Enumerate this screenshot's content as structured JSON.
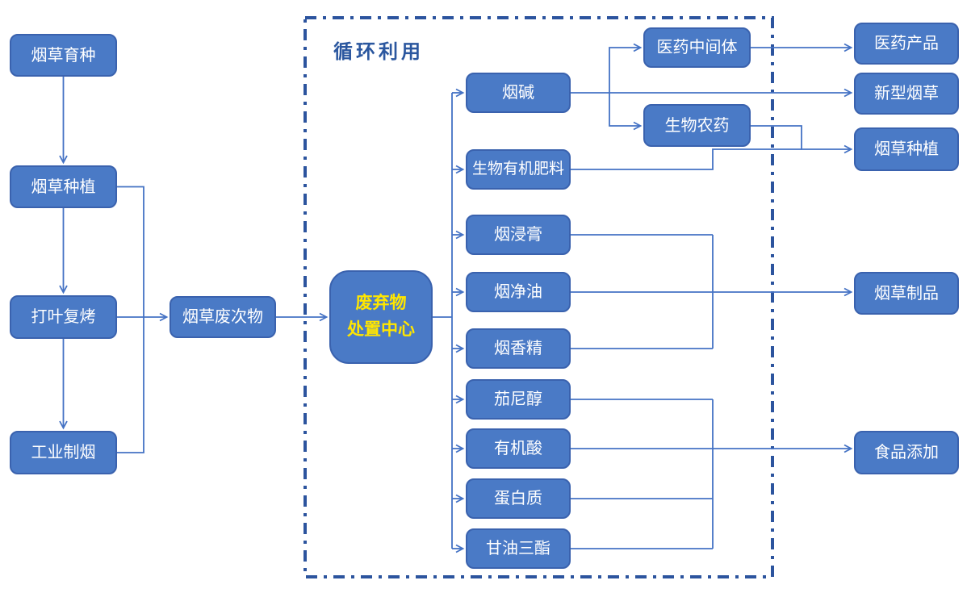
{
  "diagram": {
    "title": "循环利用",
    "colors": {
      "node_fill": "#4a7ac6",
      "node_border": "#3a62ae",
      "node_text": "#ffffff",
      "center_text": "#ffe600",
      "connector": "#4472c4",
      "dashed_border": "#2c549e",
      "title_text": "#2b579f"
    },
    "nodes": {
      "breeding": {
        "label": "烟草育种"
      },
      "planting": {
        "label": "烟草种植"
      },
      "redrying": {
        "label": "打叶复烤"
      },
      "industry": {
        "label": "工业制烟"
      },
      "waste": {
        "label": "烟草废次物"
      },
      "center": {
        "label": "废弃物处置中心",
        "line1": "废弃物",
        "line2": "处置中心"
      },
      "nicotine": {
        "label": "烟碱"
      },
      "fertilizer": {
        "label": "生物有机肥料"
      },
      "extract": {
        "label": "烟浸膏"
      },
      "oil": {
        "label": "烟净油"
      },
      "flavor": {
        "label": "烟香精"
      },
      "solanesol": {
        "label": "茄尼醇"
      },
      "organic_acid": {
        "label": "有机酸"
      },
      "protein": {
        "label": "蛋白质"
      },
      "triglyceride": {
        "label": "甘油三酯"
      },
      "intermediate": {
        "label": "医药中间体"
      },
      "biopesticide": {
        "label": "生物农药"
      },
      "pharma_product": {
        "label": "医药产品"
      },
      "new_tobacco": {
        "label": "新型烟草"
      },
      "replanting": {
        "label": "烟草种植"
      },
      "tobacco_products": {
        "label": "烟草制品"
      },
      "food_additive": {
        "label": "食品添加"
      }
    },
    "edges": [
      {
        "from": "烟草育种",
        "to": "烟草种植"
      },
      {
        "from": "烟草种植",
        "to": "打叶复烤"
      },
      {
        "from": "打叶复烤",
        "to": "工业制烟"
      },
      {
        "from": "烟草种植",
        "to": "烟草废次物"
      },
      {
        "from": "打叶复烤",
        "to": "烟草废次物"
      },
      {
        "from": "工业制烟",
        "to": "烟草废次物"
      },
      {
        "from": "烟草废次物",
        "to": "废弃物处置中心"
      },
      {
        "from": "废弃物处置中心",
        "to": "烟碱"
      },
      {
        "from": "废弃物处置中心",
        "to": "生物有机肥料"
      },
      {
        "from": "废弃物处置中心",
        "to": "烟浸膏"
      },
      {
        "from": "废弃物处置中心",
        "to": "烟净油"
      },
      {
        "from": "废弃物处置中心",
        "to": "烟香精"
      },
      {
        "from": "废弃物处置中心",
        "to": "茄尼醇"
      },
      {
        "from": "废弃物处置中心",
        "to": "有机酸"
      },
      {
        "from": "废弃物处置中心",
        "to": "蛋白质"
      },
      {
        "from": "废弃物处置中心",
        "to": "甘油三酯"
      },
      {
        "from": "烟碱",
        "to": "医药中间体"
      },
      {
        "from": "烟碱",
        "to": "新型烟草"
      },
      {
        "from": "烟碱",
        "to": "生物农药"
      },
      {
        "from": "医药中间体",
        "to": "医药产品"
      },
      {
        "from": "生物农药",
        "to": "烟草种植"
      },
      {
        "from": "生物有机肥料",
        "to": "烟草种植"
      },
      {
        "from": "烟浸膏",
        "to": "烟草制品"
      },
      {
        "from": "烟净油",
        "to": "烟草制品"
      },
      {
        "from": "烟香精",
        "to": "烟草制品"
      },
      {
        "from": "茄尼醇",
        "to": "食品添加"
      },
      {
        "from": "有机酸",
        "to": "食品添加"
      },
      {
        "from": "蛋白质",
        "to": "食品添加"
      },
      {
        "from": "甘油三酯",
        "to": "食品添加"
      }
    ]
  }
}
